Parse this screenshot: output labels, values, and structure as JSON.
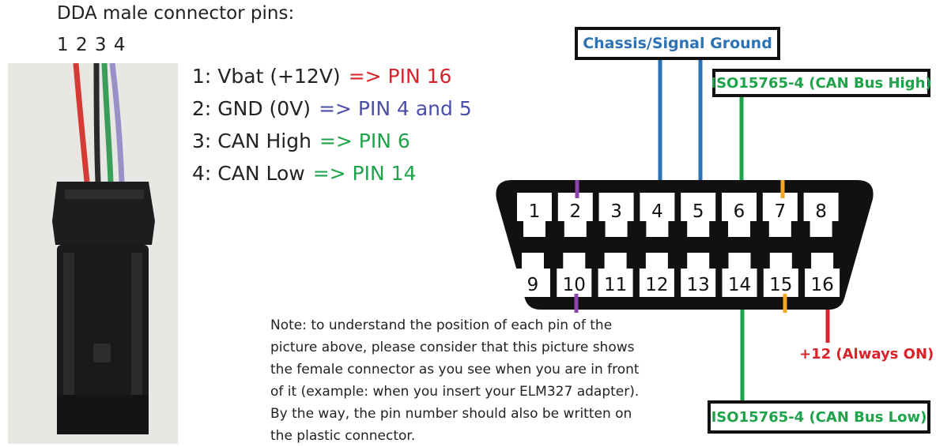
{
  "title": "DDA male connector pins:",
  "pin_numbers": "1 2 3 4",
  "legend": [
    {
      "label": "1: Vbat (+12V)",
      "arrow": "=> PIN 16",
      "color": "#d8232a"
    },
    {
      "label": "2: GND (0V)",
      "arrow": "=> PIN 4 and 5",
      "color": "#4a4ea6"
    },
    {
      "label": "3: CAN High",
      "arrow": "=> PIN 6",
      "color": "#1fa34a"
    },
    {
      "label": "4: CAN Low",
      "arrow": "=> PIN 14",
      "color": "#1fa34a"
    }
  ],
  "labels": {
    "ground": "Chassis/Signal Ground",
    "can_high": "ISO15765-4 (CAN Bus High)",
    "can_low": "ISO15765-4 (CAN Bus Low)",
    "plus12": "+12 (Always ON)"
  },
  "note": "Note: to understand the position of each pin of the picture above, please consider that this picture shows the female connector as you see when you are in front of it (example: when you insert your ELM327 adapter). By the way, the pin number should also be written on the plastic connector.",
  "connector": {
    "top_row": [
      "1",
      "2",
      "3",
      "4",
      "5",
      "6",
      "7",
      "8"
    ],
    "bottom_row": [
      "9",
      "10",
      "11",
      "12",
      "13",
      "14",
      "15",
      "16"
    ]
  },
  "colors": {
    "ground": "#2c72b5",
    "can": "#1fa34a",
    "power": "#d8232a",
    "marker_purple": "#8e44ad",
    "marker_orange": "#f5a623",
    "wire_red": "#d63a35",
    "wire_black": "#2a2a2a",
    "wire_green": "#3a9d5a",
    "wire_lilac": "#9b8fc7"
  }
}
